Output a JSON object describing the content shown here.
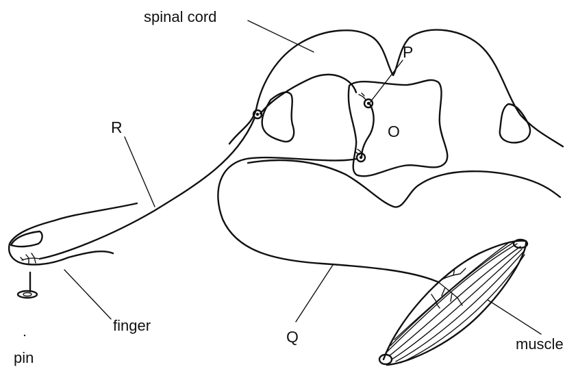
{
  "labels": {
    "spinal_cord": "spinal cord",
    "p": "P",
    "o": "O",
    "r": "R",
    "q": "Q",
    "finger": "finger",
    "pin": "pin",
    "muscle": "muscle"
  }
}
